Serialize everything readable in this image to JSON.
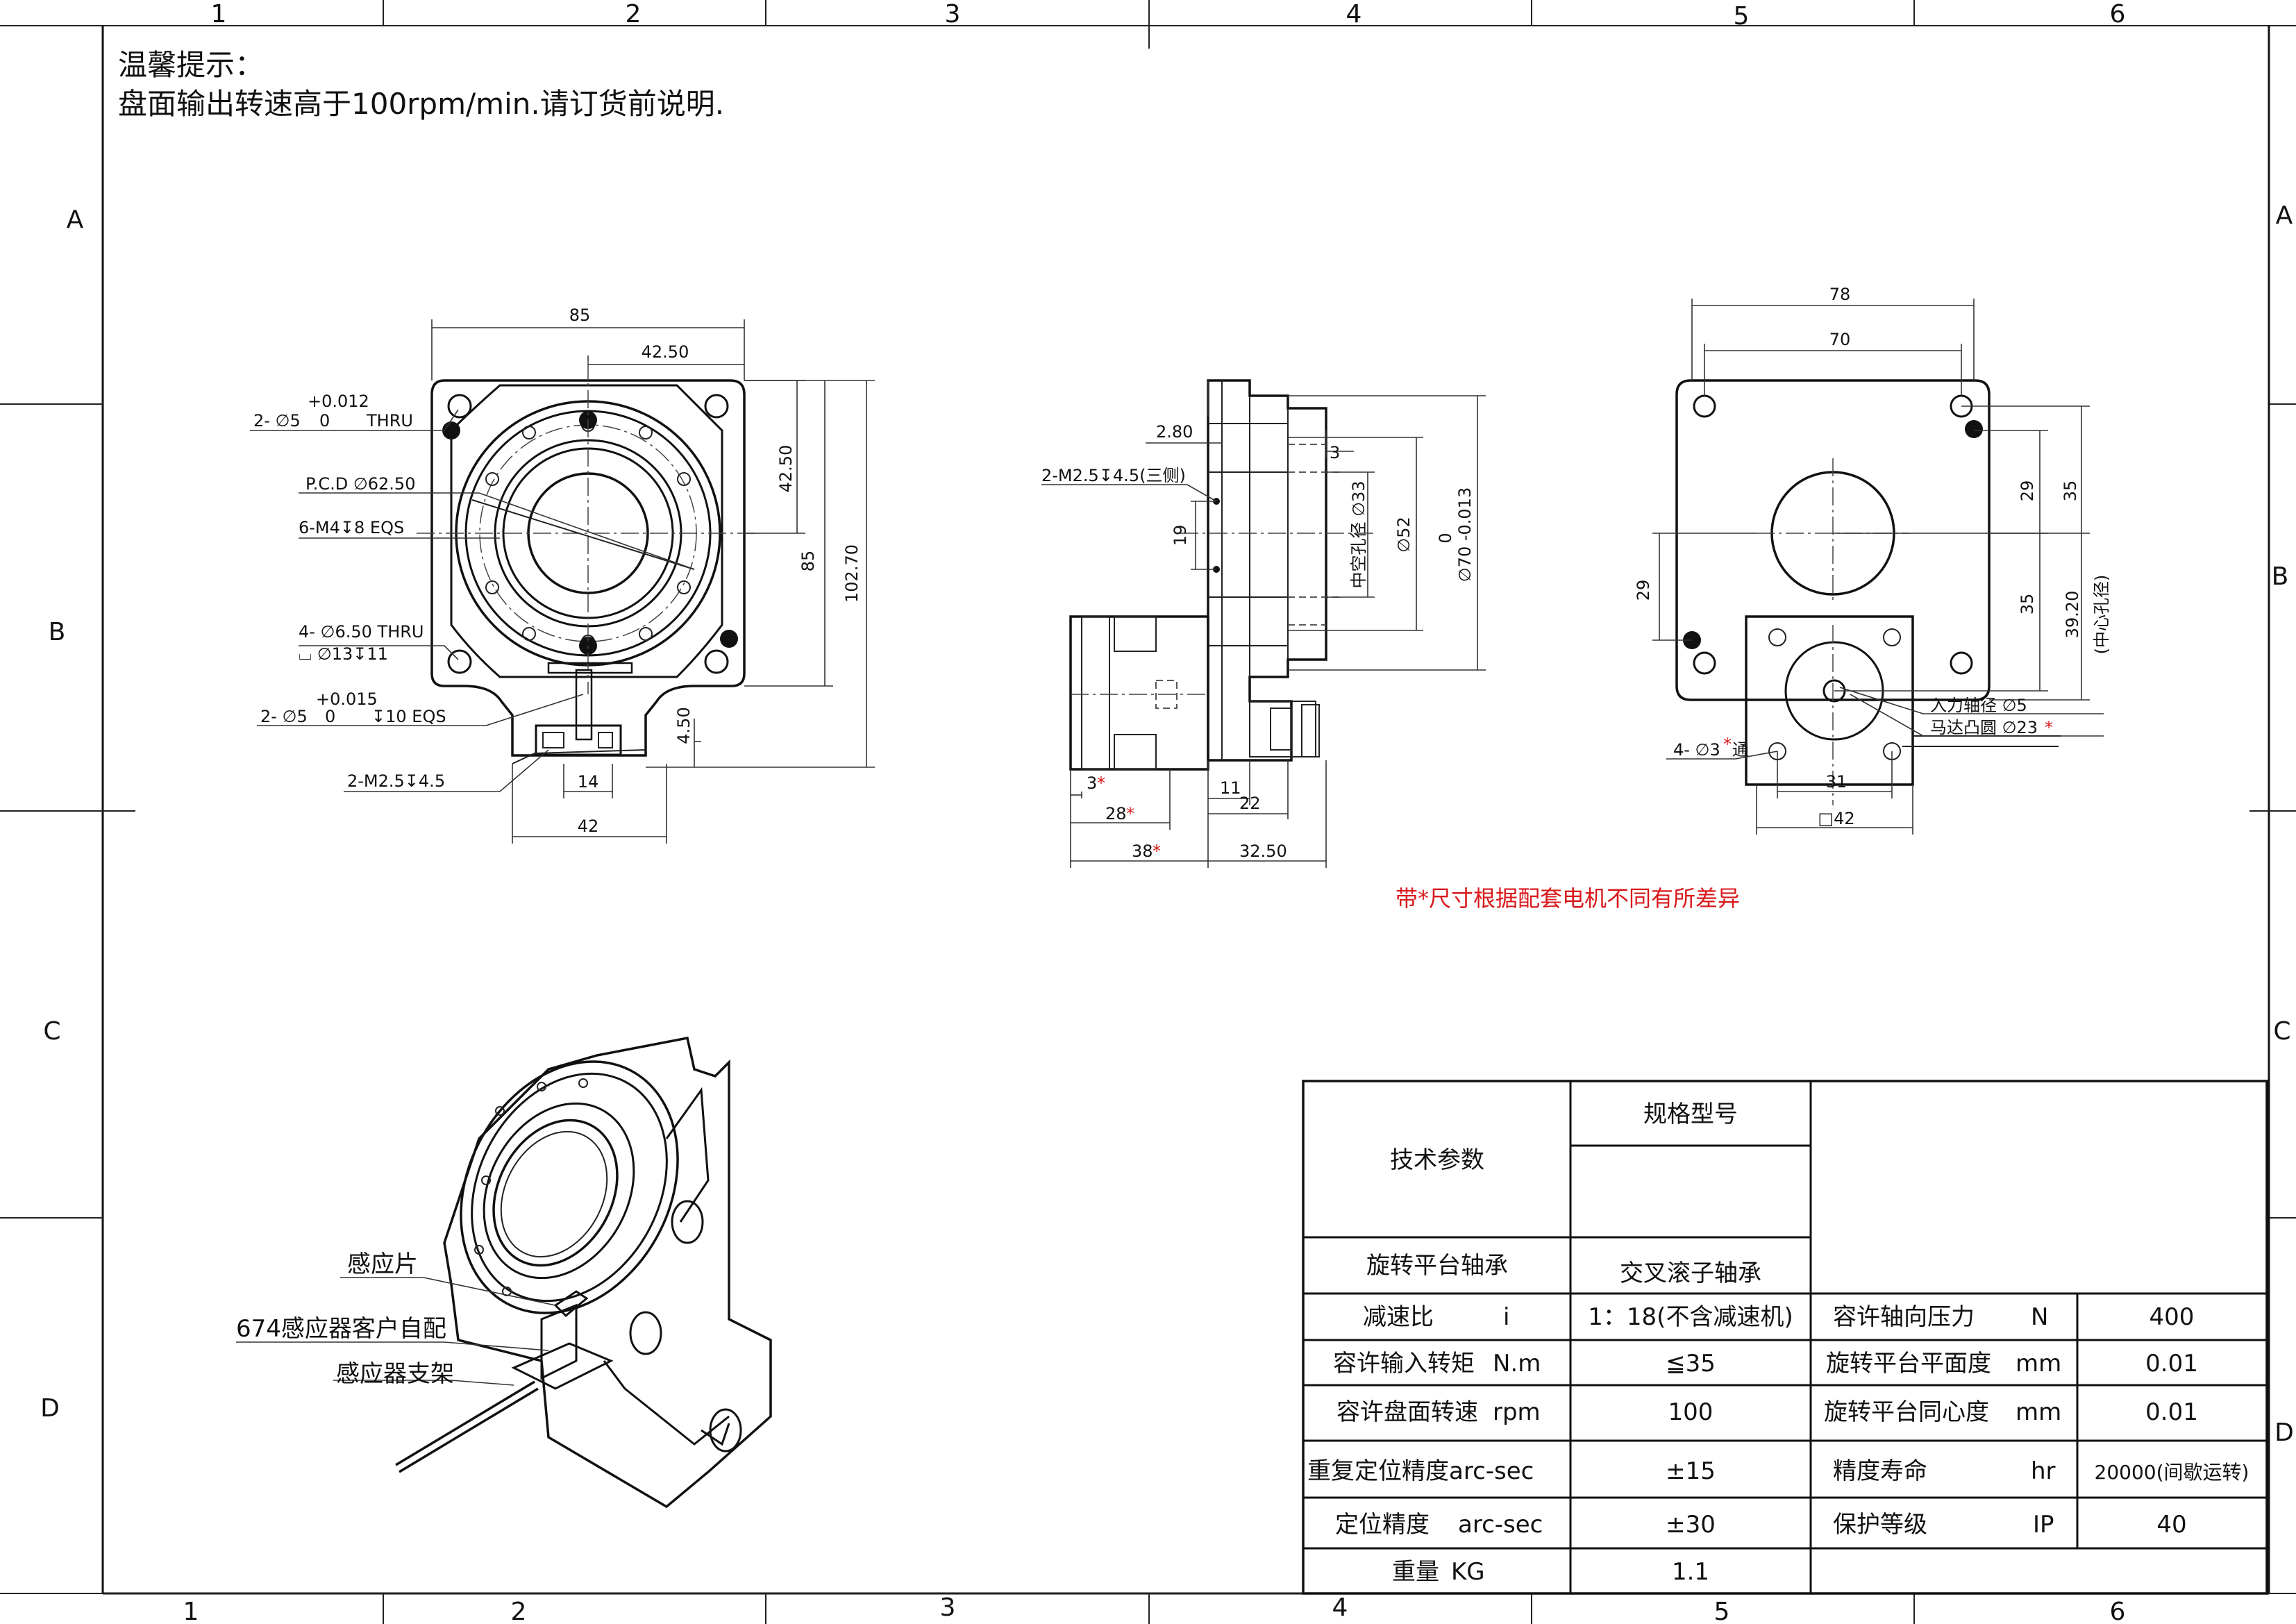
{
  "border": {
    "columns": [
      "1",
      "2",
      "3",
      "4",
      "5",
      "6"
    ],
    "rows": [
      "A",
      "B",
      "C",
      "D"
    ]
  },
  "notice": {
    "title": "温馨提示：",
    "line": "盘面输出转速高于100rpm/min.请订货前说明."
  },
  "front_view": {
    "dims": {
      "w85": "85",
      "w42_50": "42.50",
      "h42_50": "42.50",
      "h85": "85",
      "h102_70": "102.70",
      "h4_50": "4.50",
      "w14": "14",
      "w42": "42"
    },
    "labels": {
      "hole_tol": "+0.012",
      "hole_zero": "0",
      "hole_prefix": "2- ∅5",
      "hole_suffix": "THRU",
      "pcd": "P.C.D ∅62.50",
      "m4": "6-M4↧8 EQS",
      "holes4": "4- ∅6.50 THRU",
      "cbore": "⌴ ∅13↧11",
      "pin_tol": "+0.015",
      "pin_zero": "0",
      "pin_prefix": "2- ∅5",
      "pin_suffix": "↧10 EQS",
      "m25": "2-M2.5↧4.5"
    }
  },
  "side_view": {
    "dims": {
      "d2_80": "2.80",
      "d3": "3",
      "d19": "19",
      "d33": "中空孔径 ∅33",
      "d52": "∅52",
      "d70": "∅70 -0.013",
      "d70_zero": "0",
      "b3": "3",
      "b28": "28",
      "b38": "38",
      "b11": "11",
      "b22": "22",
      "b32_50": "32.50",
      "star": "*"
    },
    "labels": {
      "m25_three": "2-M2.5↧4.5(三侧)"
    }
  },
  "rear_view": {
    "dims": {
      "w78": "78",
      "w70": "70",
      "h29a": "29",
      "h35a": "35",
      "h35b": "35",
      "h39_20": "39.20",
      "hole_center": "(中心孔径)",
      "h29b": "29",
      "w31": "31",
      "sq42": "□42"
    },
    "labels": {
      "input_shaft": "入力轴径 ∅5",
      "motor_boss": "马达凸圆 ∅23",
      "holes3": "4- ∅3",
      "through": "通",
      "star": "*"
    }
  },
  "note_red": "带*尺寸根据配套电机不同有所差异",
  "iso_view": {
    "callouts": [
      "感应片",
      "674感应器客户自配",
      "感应器支架"
    ]
  },
  "table": {
    "header_params": "技术参数",
    "header_model": "规格型号",
    "rows_left": [
      {
        "label": "旋转平台轴承",
        "value": "交叉滚子轴承"
      },
      {
        "label": "减速比",
        "unit": "i",
        "value": "1：18(不含减速机)"
      },
      {
        "label": "容许输入转矩",
        "unit": "N.m",
        "value": "≦35"
      },
      {
        "label": "容许盘面转速",
        "unit": "rpm",
        "value": "100"
      },
      {
        "label": "重复定位精度arc-sec",
        "unit": "",
        "value": "±15"
      },
      {
        "label": "定位精度",
        "unit": "arc-sec",
        "value": "±30"
      },
      {
        "label": "重量",
        "unit": "KG",
        "value": "1.1"
      }
    ],
    "rows_right": [
      {
        "label": "容许轴向压力",
        "unit": "N",
        "value": "400"
      },
      {
        "label": "旋转平台平面度",
        "unit": "mm",
        "value": "0.01"
      },
      {
        "label": "旋转平台同心度",
        "unit": "mm",
        "value": "0.01"
      },
      {
        "label": "精度寿命",
        "unit": "hr",
        "value": "20000(间歇运转)"
      },
      {
        "label": "保护等级",
        "unit": "IP",
        "value": "40"
      }
    ]
  }
}
